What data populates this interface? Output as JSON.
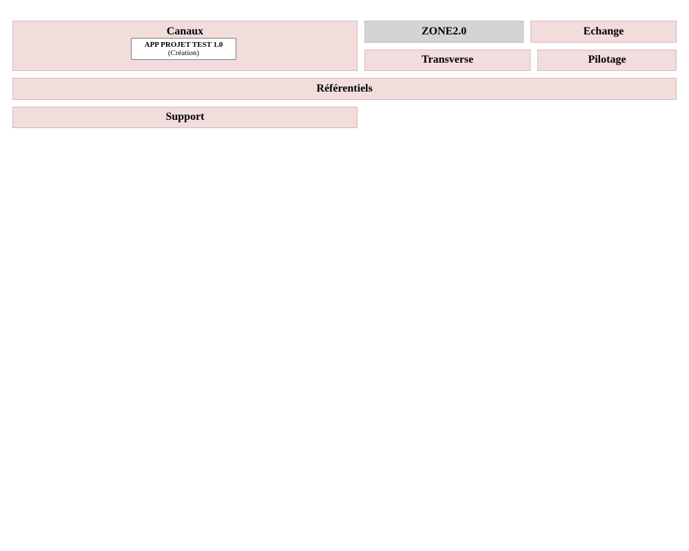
{
  "zones": {
    "canaux": {
      "title": "Canaux",
      "applications": [
        {
          "name": "APP PROJET TEST 1.0",
          "status": "(Création)"
        }
      ]
    },
    "zone20": {
      "title": "ZONE2.0"
    },
    "echange": {
      "title": "Echange"
    },
    "transverse": {
      "title": "Transverse"
    },
    "pilotage": {
      "title": "Pilotage"
    },
    "referentiels": {
      "title": "Référentiels"
    },
    "support": {
      "title": "Support"
    }
  },
  "colors": {
    "zone_fill": "#f2dcdc",
    "zone_neutral_fill": "#d4d4d4",
    "application_fill": "#ffffff"
  }
}
